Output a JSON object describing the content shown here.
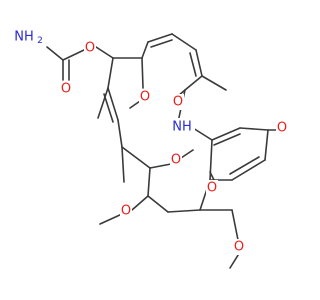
{
  "colors": {
    "bond": "#3a3a3a",
    "oxygen": "#e8201c",
    "nitrogen": "#2a2ad8",
    "background": "#ffffff"
  },
  "labels": {
    "nh2": "NH",
    "nh2_sub": "2",
    "o_carbamate_carbonyl": "O",
    "o_carbamate_ester": "O",
    "o_methoxy_allylic": "O",
    "o_amide": "O",
    "nh_amide": "NH",
    "o_quinone_top": "O",
    "o_methoxy_mid": "O",
    "o_quinone_bottom": "O",
    "o_methoxy_left": "O",
    "o_methoxy_right": "O"
  }
}
